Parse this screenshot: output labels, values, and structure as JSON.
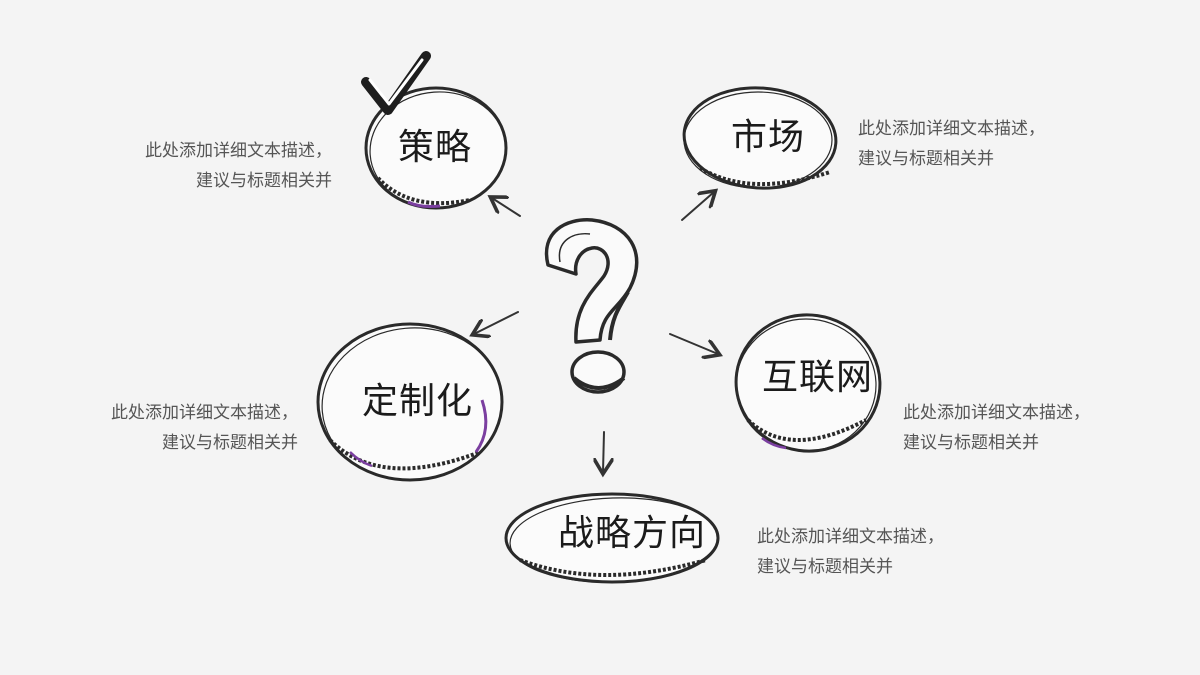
{
  "center": {
    "icon": "question-mark-icon"
  },
  "nodes": {
    "strategy": {
      "label": "策略",
      "desc_line1": "此处添加详细文本描述，",
      "desc_line2": "建议与标题相关并"
    },
    "market": {
      "label": "市场",
      "desc_line1": "此处添加详细文本描述，",
      "desc_line2": "建议与标题相关并"
    },
    "custom": {
      "label": "定制化",
      "desc_line1": "此处添加详细文本描述，",
      "desc_line2": "建议与标题相关并"
    },
    "internet": {
      "label": "互联网",
      "desc_line1": "此处添加详细文本描述，",
      "desc_line2": "建议与标题相关并"
    },
    "direction": {
      "label": "战略方向",
      "desc_line1": "此处添加详细文本描述，",
      "desc_line2": "建议与标题相关并"
    }
  },
  "colors": {
    "ink": "#2a2a2a",
    "accent": "#7b3fa0",
    "background": "#f4f4f4"
  }
}
